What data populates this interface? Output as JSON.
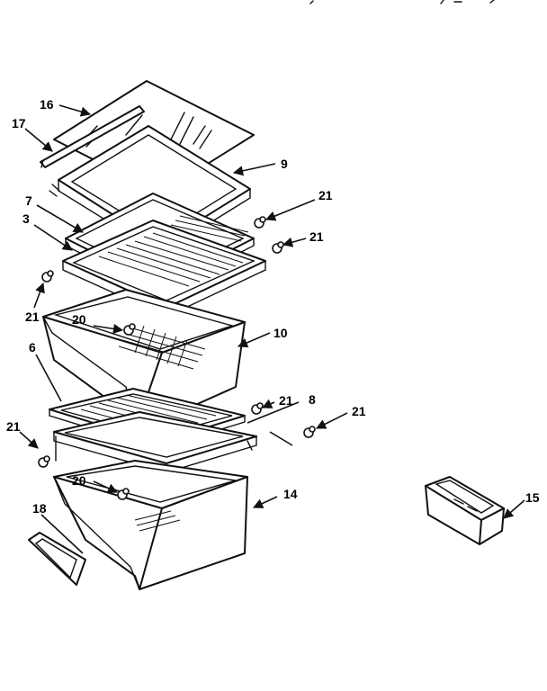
{
  "labels": {
    "p16": "16",
    "p17": "17",
    "p9": "9",
    "p7": "7",
    "p3": "3",
    "p21a": "21",
    "p21b": "21",
    "p21c": "21",
    "p20a": "20",
    "p10": "10",
    "p6": "6",
    "p21d": "21",
    "p8": "8",
    "p21e": "21",
    "p21f": "21",
    "p20b": "20",
    "p14": "14",
    "p18": "18",
    "p15": "15"
  },
  "colors": {
    "line": "#111111",
    "background": "#ffffff"
  }
}
